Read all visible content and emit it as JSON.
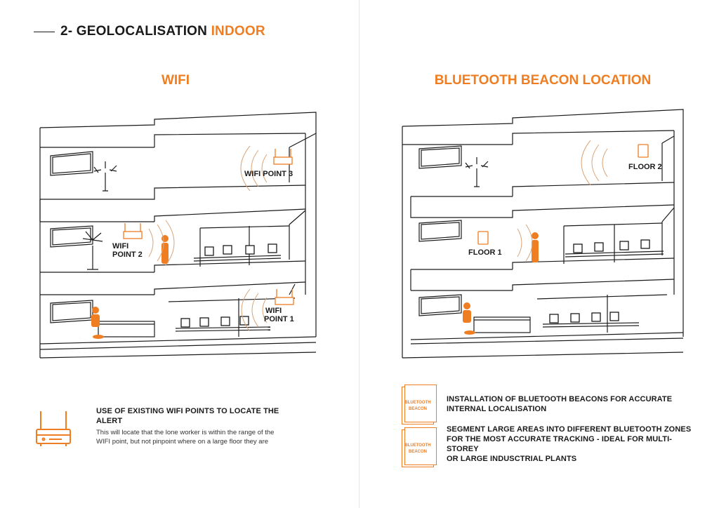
{
  "header": {
    "prefix": "2- GEOLOCALISATION ",
    "highlight": "INDOOR"
  },
  "left": {
    "title": "WIFI",
    "labels": {
      "wifi3": "WIFI POINT 3",
      "wifi2a": "WIFI",
      "wifi2b": "POINT 2",
      "wifi1a": "WIFI",
      "wifi1b": "POINT 1"
    },
    "note": {
      "title_line1": "USE OF EXISTING WIFI POINTS TO LOCATE THE",
      "title_line2": "ALERT",
      "body_line1": "This will locate that the lone worker is within the range of the",
      "body_line2": "WIFI point, but not pinpoint where on a large floor they are"
    }
  },
  "right": {
    "title": "BLUETOOTH BEACON LOCATION",
    "labels": {
      "floor2": "FLOOR 2",
      "floor1": "FLOOR 1"
    },
    "beacon_card": {
      "line1": "BLUETOOTH",
      "line2": "BEACON"
    },
    "note1": {
      "line1": "INSTALLATION OF BLUETOOTH BEACONS FOR ACCURATE",
      "line2": "INTERNAL LOCALISATION"
    },
    "note2": {
      "line1": "SEGMENT LARGE AREAS INTO DIFFERENT BLUETOOTH ZONES",
      "line2": "FOR THE MOST ACCURATE TRACKING - IDEAL FOR MULTI-STOREY",
      "line3": "OR LARGE INDUSCTRIAL PLANTS"
    }
  },
  "colors": {
    "accent": "#ef7d22",
    "line": "#1a1a1a"
  }
}
